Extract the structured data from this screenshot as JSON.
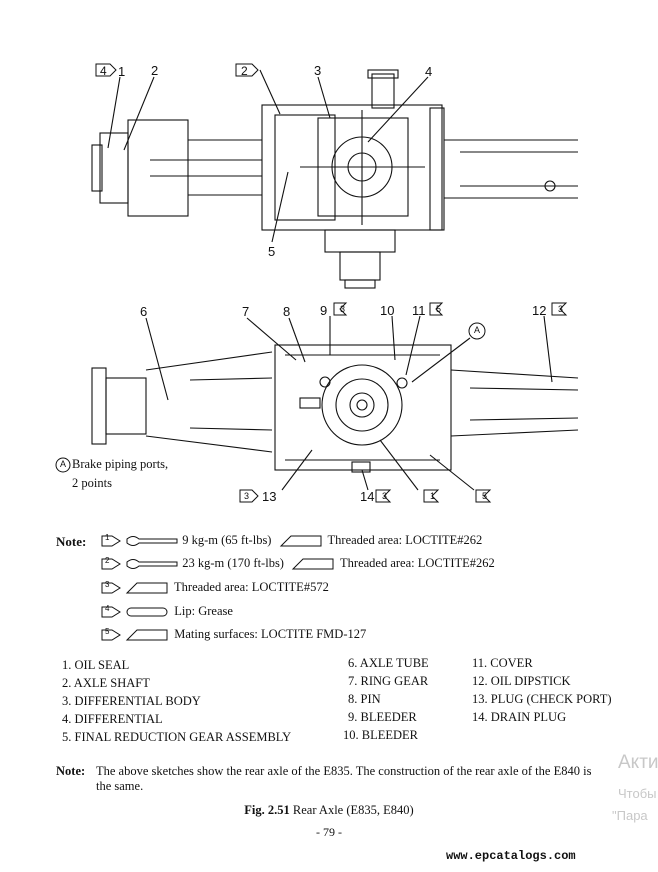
{
  "top_drawing": {
    "callouts": [
      {
        "tag": "4",
        "num": "1"
      },
      {
        "num": "2"
      },
      {
        "tag": "2",
        "num": ""
      },
      {
        "num": "3"
      },
      {
        "num": "4"
      },
      {
        "num": "5"
      }
    ]
  },
  "bottom_drawing": {
    "callouts": [
      "6",
      "7",
      "8",
      "9",
      "10",
      "11",
      "12"
    ],
    "tags": [
      "3",
      "5",
      "3"
    ],
    "circle_a": "A",
    "bottom_labels": {
      "l13": "13",
      "t13": "3",
      "l14": "14",
      "t14": "3",
      "t1": "1",
      "t5": "5"
    },
    "brake_note_line1": "Brake piping ports,",
    "brake_note_line2": "2 points"
  },
  "note": {
    "label": "Note:",
    "rows": [
      {
        "tag": "1",
        "text": "9 kg-m (65 ft-lbs)",
        "text2": "Threaded area: LOCTITE#262"
      },
      {
        "tag": "2",
        "text": "23 kg-m (170 ft-lbs)",
        "text2": "Threaded area: LOCTITE#262"
      },
      {
        "tag": "3",
        "text": "Threaded area: LOCTITE#572"
      },
      {
        "tag": "4",
        "text": "Lip: Grease"
      },
      {
        "tag": "5",
        "text": "Mating surfaces: LOCTITE FMD-127"
      }
    ]
  },
  "legend": {
    "col1": [
      "1. OIL SEAL",
      "2. AXLE SHAFT",
      "3. DIFFERENTIAL BODY",
      "4. DIFFERENTIAL",
      "5. FINAL REDUCTION GEAR ASSEMBLY"
    ],
    "col2": [
      "6. AXLE TUBE",
      "7. RING GEAR",
      "8. PIN",
      "9. BLEEDER",
      "10. BLEEDER"
    ],
    "col3": [
      "11. COVER",
      "12. OIL DIPSTICK",
      "13. PLUG (CHECK PORT)",
      "14. DRAIN PLUG"
    ]
  },
  "footnote": {
    "label": "Note:",
    "line1": "The above sketches show the rear axle of the E835. The construction of the rear axle of the E840 is",
    "line2": "the same."
  },
  "caption": {
    "fig": "Fig. 2.51",
    "title": "Rear Axle (E835, E840)"
  },
  "page_number": "- 79 -",
  "watermark": {
    "w1": "Акти",
    "w2": "Чтобы",
    "w3": "\"Пара"
  },
  "site": "www.epcatalogs.com"
}
